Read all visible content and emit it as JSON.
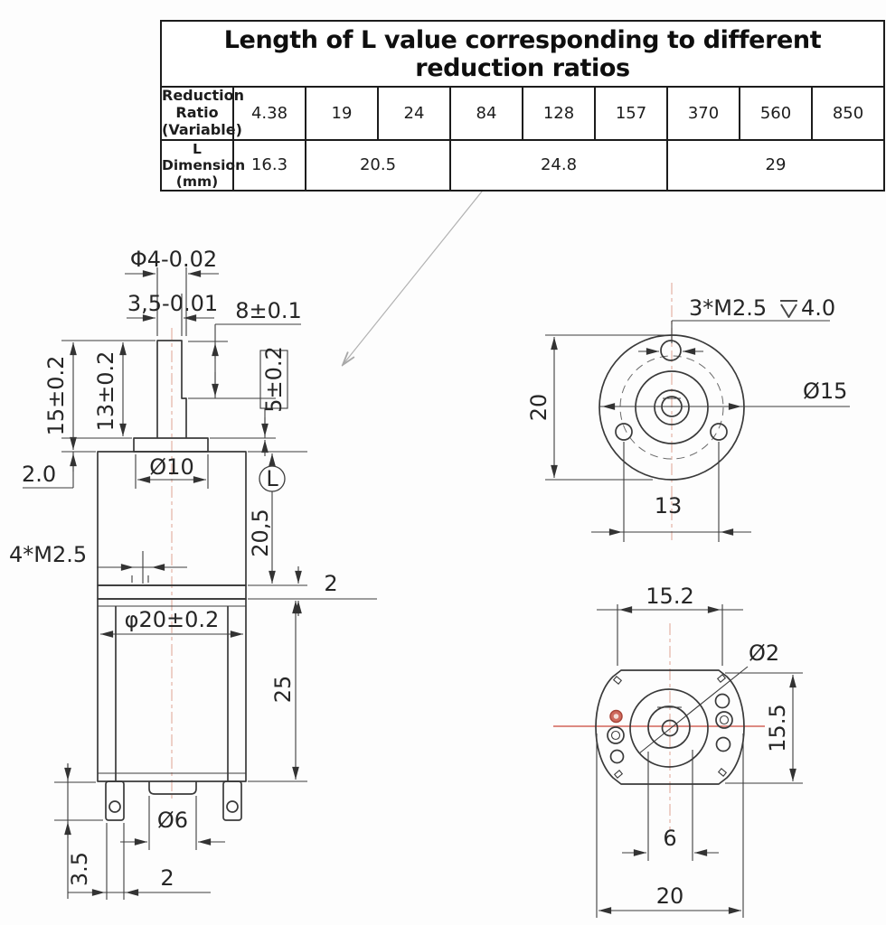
{
  "table": {
    "title": "Length of L value corresponding to different reduction ratios",
    "row1_label_line1": "Reduction Ratio",
    "row1_label_line2": "(Variable)",
    "row2_label": "L Dimension (mm)",
    "ratios": [
      "4.38",
      "19",
      "24",
      "84",
      "128",
      "157",
      "370",
      "560",
      "850"
    ],
    "l_values": [
      {
        "value": "16.3",
        "span": 1
      },
      {
        "value": "20.5",
        "span": 2
      },
      {
        "value": "24.8",
        "span": 3
      },
      {
        "value": "29",
        "span": 3
      }
    ]
  },
  "side_view": {
    "shaft_diameter": "Φ4-0.02",
    "shaft_flat": "3,5-0.01",
    "flat_length": "8±0.1",
    "shaft_height_total": "15±0.2",
    "shaft_height_upper": "13±0.2",
    "collar_thickness": "2.0",
    "step_height": "5±0.2",
    "bearing_boss": "Ø10",
    "screw_note": "4*M2.5",
    "l_symbol": "L",
    "gearbox_length": "20,5",
    "band_thickness": "2",
    "body_diameter": "φ20±0.2",
    "motor_length": "25",
    "rear_boss": "Ø6",
    "terminal_length": "3.5",
    "terminal_width": "2"
  },
  "front_view": {
    "screw_note": "3*M2.5",
    "screw_depth": "4.0",
    "overall_height": "20",
    "hub_diameter": "Ø15",
    "hole_spacing": "13"
  },
  "back_view": {
    "flat_width": "15.2",
    "shaft_hole": "Ø2",
    "body_height": "15.5",
    "hub_width": "6",
    "overall_width": "20"
  },
  "colors": {
    "line": "#3a3a3a",
    "centerline_pink": "#e7b9ac",
    "highlight_red": "#d05a4e",
    "table_border": "#1c1c1c"
  }
}
